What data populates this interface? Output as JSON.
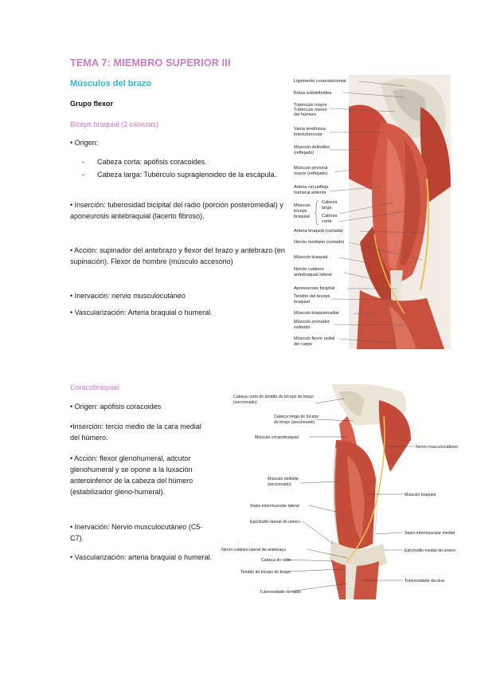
{
  "title": "TEMA 7: MIEMBRO SUPERIOR III",
  "section": "Músculos del brazo",
  "group": "Grupo flexor",
  "biceps": {
    "name": "Biceps braquial (2 cabezas)",
    "origin_label": "• Origen:",
    "origin_items": [
      {
        "dash": "-",
        "text": "Cabeza corta: apófisis coracoides."
      },
      {
        "dash": "-",
        "text": "Cabeza larga: Tubérculo supraglenoideo de la escápula."
      }
    ],
    "insertion": "• Inserción: tuberosidad bicipital del radio (porción posteromedial) y aponeurosis antebraquial (lacerto fibroso).",
    "action": "• Acción: supinador del antebrazo y flexor del brazo y antebrazo (en supinación). Flexor de hombre (músculo accesorio)",
    "innervation": "• Inervación: nervio musculocutáneo",
    "vascularization": "• Vascularización: Arteria braquial o humeral."
  },
  "figure1": {
    "labels": [
      "Ligamento coracoacromial",
      "Bolsa subdeltoidea",
      "Tubérculo mayor",
      "Tubérculo menor",
      "del húmero",
      "Vaina tendinosa",
      "intertubercular",
      "Músculo deltoides",
      "(reflejado)",
      "Músculo pectoral",
      "mayor (reflejado)",
      "Arteria circunfleja",
      "humeral anterior",
      "Músculo",
      "bíceps",
      "braquial",
      "Cabeza",
      "larga",
      "Cabeza",
      "corta",
      "Arteria braquial (cortada)",
      "Nervio mediano (cortado)",
      "Músculo braquial",
      "Nervio cutáneo",
      "antebraquial lateral",
      "Aponeurosis bicipital",
      "Tendón del bíceps",
      "braquial",
      "Músculo braquiorradial",
      "Músculo pronador",
      "redondo",
      "Músculo flexor radial",
      "del carpo"
    ]
  },
  "coracobraquial": {
    "name": "Coracobraquial:",
    "origin": "• Origen: apófisis coracoides",
    "insertion": "•Inserción: tercio medio de la cara medial del húmero.",
    "action": "• Acción: flexor glenohumeral, adcutor glenohumeral y se opone a la luxación anteroinferior de la cabeza del húmero (estabilizador gleno-humeral).",
    "innervation": "• Inervación: Nervio musculocutáneo (C5-C7).",
    "vascularization": "• Vascularización: arteria braquial o humeral."
  },
  "figure2": {
    "left_labels": [
      "Cabeça curta do tendão do bíceps do braço",
      "(seccionado)",
      "Cabeça longa do bíceps",
      "do braço (seccionado)",
      "Músculo coracobraquial",
      "Músculo deltóide",
      "(seccionado)",
      "Septo intermuscular lateral",
      "Epicôndilo lateral do úmero",
      "Nervo cutâneo lateral do antebraço",
      "Cabeça do rádio",
      "Tendão do bíceps do braço",
      "Tuberosidade do rádio"
    ],
    "right_labels": [
      "Nervo musculocutâneo",
      "Músculo braquial",
      "Septo intermuscular medial",
      "Epicôndilo medial do úmero",
      "Tuberosidade da ulna"
    ]
  }
}
